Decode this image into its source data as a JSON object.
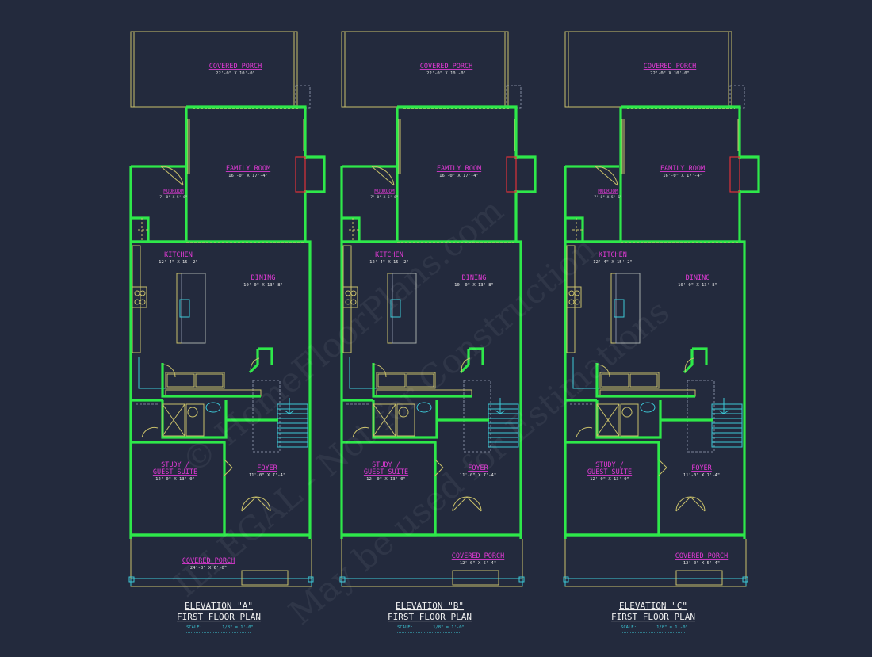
{
  "plans": [
    {
      "id": "a",
      "title_line1": "ELEVATION \"A\"",
      "title_line2": "FIRST FLOOR PLAN",
      "scale_label": "SCALE:",
      "scale_value": "1/8\" = 1'-0\"",
      "rooms": {
        "porch_top": {
          "name": "COVERED PORCH",
          "dim": "22'-0\" X 10'-0\""
        },
        "family": {
          "name": "FAMILY ROOM",
          "dim": "16'-0\" X 17'-4\""
        },
        "mudroom": {
          "name": "MUDROOM",
          "dim": "7'-8\" X 5'-6\""
        },
        "kitchen": {
          "name": "KITCHEN",
          "dim": "12'-4\" X 15'-2\""
        },
        "dining": {
          "name": "DINING",
          "dim": "10'-0\" X 13'-8\""
        },
        "study_line1": "STUDY /",
        "study_line2": "GUEST SUITE",
        "study_dim": "12'-0\" X 13'-0\"",
        "foyer": {
          "name": "FOYER",
          "dim": "11'-0\" X 7'-4\""
        },
        "porch_bottom": {
          "name": "COVERED PORCH",
          "dim": "24'-0\" X 6'-0\""
        }
      }
    },
    {
      "id": "b",
      "title_line1": "ELEVATION \"B\"",
      "title_line2": "FIRST FLOOR PLAN",
      "scale_label": "SCALE:",
      "scale_value": "1/8\" = 1'-0\"",
      "rooms": {
        "porch_top": {
          "name": "COVERED PORCH",
          "dim": "22'-0\" X 10'-0\""
        },
        "family": {
          "name": "FAMILY ROOM",
          "dim": "16'-0\" X 17'-4\""
        },
        "mudroom": {
          "name": "MUDROOM",
          "dim": "7'-8\" X 5'-6\""
        },
        "kitchen": {
          "name": "KITCHEN",
          "dim": "12'-4\" X 15'-2\""
        },
        "dining": {
          "name": "DINING",
          "dim": "10'-0\" X 13'-8\""
        },
        "study_line1": "STUDY /",
        "study_line2": "GUEST SUITE",
        "study_dim": "12'-0\" X 13'-0\"",
        "foyer": {
          "name": "FOYER",
          "dim": "11'-0\" X 7'-4\""
        },
        "porch_bottom": {
          "name": "COVERED PORCH",
          "dim": "12'-0\" X 5'-4\""
        }
      }
    },
    {
      "id": "c",
      "title_line1": "ELEVATION \"C\"",
      "title_line2": "FIRST FLOOR PLAN",
      "scale_label": "SCALE:",
      "scale_value": "1/8\" = 1'-0\"",
      "rooms": {
        "porch_top": {
          "name": "COVERED PORCH",
          "dim": "22'-0\" X 10'-0\""
        },
        "family": {
          "name": "FAMILY ROOM",
          "dim": "16'-0\" X 17'-4\""
        },
        "mudroom": {
          "name": "MUDROOM",
          "dim": "7'-8\" X 5'-6\""
        },
        "kitchen": {
          "name": "KITCHEN",
          "dim": "12'-4\" X 15'-2\""
        },
        "dining": {
          "name": "DINING",
          "dim": "10'-0\" X 13'-8\""
        },
        "study_line1": "STUDY /",
        "study_line2": "GUEST SUITE",
        "study_dim": "12'-0\" X 13'-0\"",
        "foyer": {
          "name": "FOYER",
          "dim": "11'-0\" X 7'-4\""
        },
        "porch_bottom": {
          "name": "COVERED PORCH",
          "dim": "12'-0\" X 5'-4\""
        }
      }
    }
  ],
  "watermark": {
    "line1": "© HomeFloorPlans.com",
    "line2": "ILLEGAL - Not for Construction",
    "line3": "May be used for Estimations"
  },
  "colors": {
    "background": "#232a3d",
    "walls": "#2ee84a",
    "room_labels": "#e23ad6",
    "porch_lines": "#c9c06a",
    "fixtures": "#3cc9d8",
    "fireplace": "#e0313a"
  }
}
